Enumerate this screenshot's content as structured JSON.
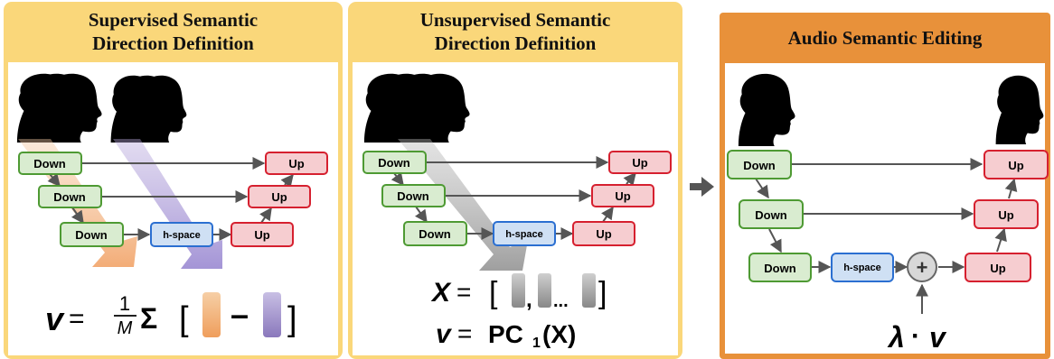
{
  "panels": [
    {
      "title_line1": "Supervised Semantic",
      "title_line2": "Direction Definition",
      "formula": {
        "lhs": "v",
        "eq": "=",
        "frac_num": "1",
        "frac_den": "M",
        "sigma": "Σ",
        "open": "[",
        "minus": "–",
        "close": "]"
      }
    },
    {
      "title_line1": "Unsupervised Semantic",
      "title_line2": "Direction Definition",
      "formula1": {
        "lhs": "X",
        "eq": "=",
        "open": "[",
        "comma": ",",
        "dots": "...",
        "close": "]"
      },
      "formula2": {
        "lhs": "v",
        "eq": "=",
        "func": "PC",
        "sub": "1",
        "arg": "(X)"
      }
    },
    {
      "title": "Audio Semantic Editing",
      "plus_symbol": "+",
      "formula": {
        "lambda": "λ",
        "dot": "·",
        "v": "v"
      }
    }
  ],
  "labels": {
    "down": "Down",
    "up": "Up",
    "hspace": "h-space"
  },
  "colors": {
    "yellow_panel": "#fad77a",
    "orange_panel": "#e8913a",
    "down_fill": "#d9ecd0",
    "down_stroke": "#4e9a33",
    "up_fill": "#f6cdd0",
    "up_stroke": "#d6202f",
    "hspace_fill": "#cfe0f4",
    "hspace_stroke": "#2b6fd1",
    "orange_bar": "#f2b27f",
    "purple_bar": "#a391c8",
    "gray_bar": "#9d9d9d"
  }
}
